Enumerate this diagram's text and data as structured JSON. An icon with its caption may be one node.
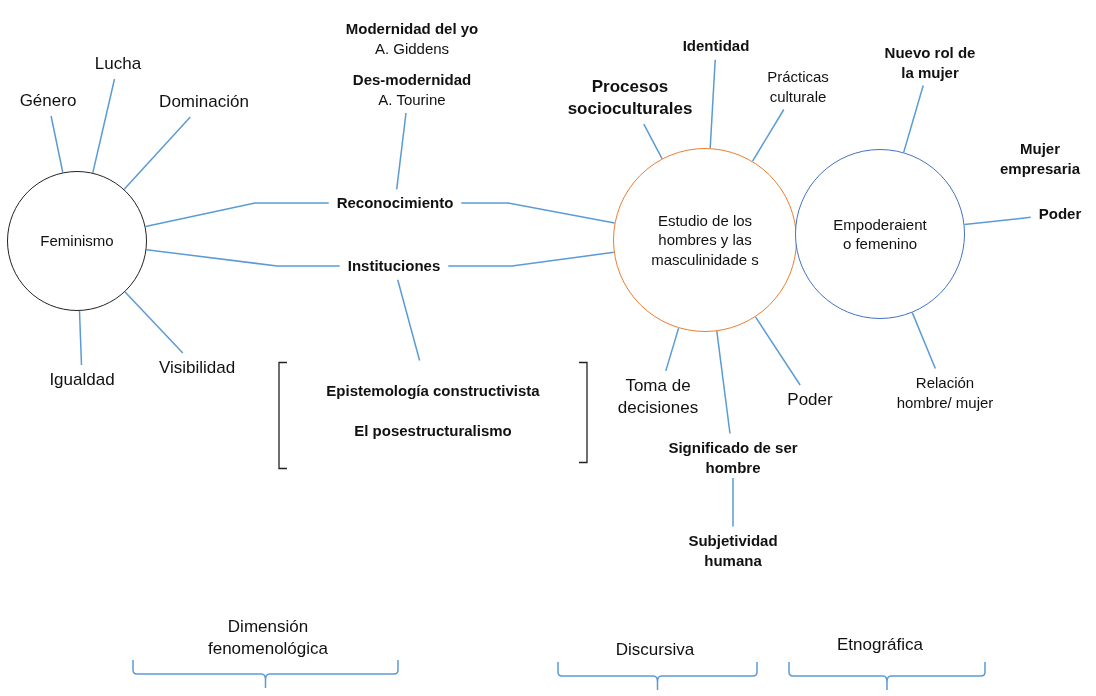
{
  "diagram": {
    "nodes": [
      {
        "text": [
          "Feminismo"
        ]
      },
      {
        "text": [
          "Género"
        ]
      },
      {
        "text": [
          "Lucha"
        ]
      },
      {
        "text": [
          "Dominación"
        ]
      },
      {
        "text": [
          "Igualdad"
        ]
      },
      {
        "text": [
          "Visibilidad"
        ]
      },
      {
        "text": [
          "Modernidad del yo",
          "A. Giddens",
          "Des-modernidad",
          "A. Tourine"
        ]
      },
      {
        "text": [
          "Reconocimiento"
        ]
      },
      {
        "text": [
          "Instituciones"
        ]
      },
      {
        "text": [
          "Epistemología constructivista",
          "El posestructuralismo"
        ]
      },
      {
        "text": [
          "Estudio de los hombres y las masculinidade s"
        ]
      },
      {
        "text": [
          "Procesos socioculturales"
        ]
      },
      {
        "text": [
          "Identidad"
        ]
      },
      {
        "text": [
          "Prácticas culturale"
        ]
      },
      {
        "text": [
          "Toma de decisiones"
        ]
      },
      {
        "text": [
          "Significado de ser hombre"
        ]
      },
      {
        "text": [
          "Poder"
        ]
      },
      {
        "text": [
          "Subjetividad humana"
        ]
      },
      {
        "text": [
          "Empoderaient o femenino"
        ]
      },
      {
        "text": [
          "Nuevo rol de la mujer"
        ]
      },
      {
        "text": [
          "Poder"
        ]
      },
      {
        "text": [
          "Relación hombre/ mujer"
        ]
      }
    ],
    "edges": [
      {
        "from": 0,
        "to": 1,
        "arrow": "none"
      },
      {
        "from": 0,
        "to": 2,
        "arrow": "none"
      },
      {
        "from": 0,
        "to": 3,
        "arrow": "none"
      },
      {
        "from": 0,
        "to": 4,
        "arrow": "none"
      },
      {
        "from": 0,
        "to": 5,
        "arrow": "none"
      },
      {
        "from": 0,
        "to": 7,
        "arrow": "none"
      },
      {
        "from": 0,
        "to": 8,
        "arrow": "none"
      },
      {
        "from": 6,
        "to": 7,
        "arrow": "none"
      },
      {
        "from": 8,
        "to": 9,
        "arrow": "none"
      },
      {
        "from": 7,
        "to": 10,
        "arrow": "none"
      },
      {
        "from": 8,
        "to": 10,
        "arrow": "none"
      },
      {
        "from": 10,
        "to": 11,
        "arrow": "none"
      },
      {
        "from": 10,
        "to": 12,
        "arrow": "none"
      },
      {
        "from": 10,
        "to": 13,
        "arrow": "none"
      },
      {
        "from": 10,
        "to": 14,
        "arrow": "none"
      },
      {
        "from": 10,
        "to": 15,
        "arrow": "none"
      },
      {
        "from": 10,
        "to": 16,
        "arrow": "none"
      },
      {
        "from": 15,
        "to": 17,
        "arrow": "none"
      },
      {
        "from": 18,
        "to": 19,
        "arrow": "none"
      },
      {
        "from": 18,
        "to": 20,
        "arrow": "none"
      },
      {
        "from": 18,
        "to": 21,
        "arrow": "none"
      }
    ],
    "labels": [
      "Mujer empresaria",
      "Dimensión fenomenológica",
      "Discursiva",
      "Etnográfica"
    ]
  }
}
